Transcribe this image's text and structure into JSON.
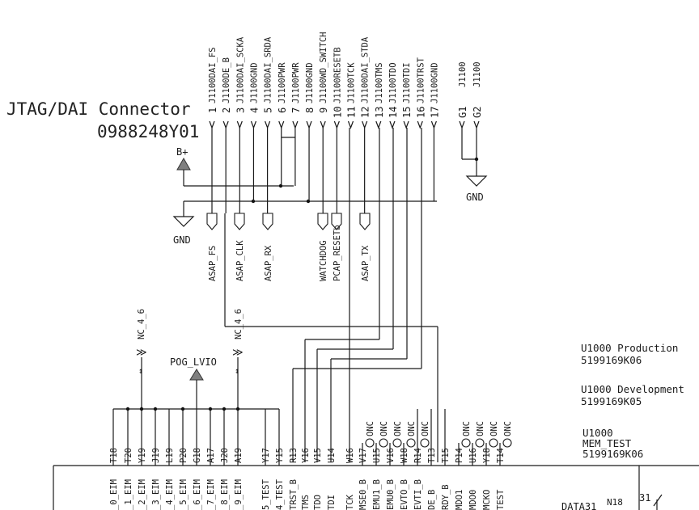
{
  "connector": {
    "title": "JTAG/DAI Connector",
    "part": "0988248Y01",
    "pins": [
      {
        "num": "1",
        "net": "J1100DAI_FS"
      },
      {
        "num": "2",
        "net": "J1100DE_B"
      },
      {
        "num": "3",
        "net": "J1100DAI_SCKA"
      },
      {
        "num": "4",
        "net": "J1100GND"
      },
      {
        "num": "5",
        "net": "J1100DAI_SRDA"
      },
      {
        "num": "6",
        "net": "J1100PWR"
      },
      {
        "num": "7",
        "net": "J1100PWR"
      },
      {
        "num": "8",
        "net": "J1100GND"
      },
      {
        "num": "9",
        "net": "J1100WD_SWITCH"
      },
      {
        "num": "10",
        "net": "J1100RESETB"
      },
      {
        "num": "11",
        "net": "J1100TCK"
      },
      {
        "num": "12",
        "net": "J1100DAI_STDA"
      },
      {
        "num": "13",
        "net": "J1100TMS"
      },
      {
        "num": "14",
        "net": "J1100TDO"
      },
      {
        "num": "15",
        "net": "J1100TDI"
      },
      {
        "num": "16",
        "net": "J1100TRST"
      },
      {
        "num": "17",
        "net": "J1100GND"
      }
    ],
    "gpins": [
      {
        "num": "G1",
        "net": "J1100"
      },
      {
        "num": "G2",
        "net": "J1100"
      }
    ]
  },
  "power": {
    "bplus": "B+",
    "gnd_left": "GND",
    "gnd_right": "GND",
    "pog": "POG_LVIO",
    "nc_left": "NC_4_6",
    "nc_right": "NC_4_6"
  },
  "ports": [
    "ASAP_FS",
    "ASAP_CLK",
    "ASAP_RX",
    "WATCHDOG",
    "PCAP_RESETb",
    "ASAP_TX"
  ],
  "notes": [
    {
      "line1": "U1000 Production",
      "line2": "5199169K06"
    },
    {
      "line1": "U1000 Development",
      "line2": "5199169K05"
    },
    {
      "line1": "U1000",
      "line2": "MEM_TEST",
      "line3": "5199169K06"
    }
  ],
  "ic_pins": [
    {
      "ball": "T18",
      "name": "_0_EIM"
    },
    {
      "ball": "T20",
      "name": "_1_EIM"
    },
    {
      "ball": "Y19",
      "name": "_2_EIM"
    },
    {
      "ball": "J19",
      "name": "_3_EIM"
    },
    {
      "ball": "L19",
      "name": "_4_EIM"
    },
    {
      "ball": "P20",
      "name": "_5_EIM"
    },
    {
      "ball": "G18",
      "name": "_6_EIM"
    },
    {
      "ball": "A17",
      "name": "_7_EIM"
    },
    {
      "ball": "J20",
      "name": "_8_EIM"
    },
    {
      "ball": "A19",
      "name": "_9_EIM"
    },
    {
      "ball": "Y17",
      "name": "5_TEST"
    },
    {
      "ball": "Y15",
      "name": "4_TEST"
    },
    {
      "ball": "R13",
      "name": "TRST_B"
    },
    {
      "ball": "Y16",
      "name": "TMS"
    },
    {
      "ball": "V15",
      "name": "TDO"
    },
    {
      "ball": "U14",
      "name": "TDI"
    },
    {
      "ball": "W16",
      "name": "TCK"
    },
    {
      "ball": "V17",
      "name": "MSE0_B"
    },
    {
      "ball": "U15",
      "name": "EMU1_B"
    },
    {
      "ball": "V16",
      "name": "EMU0_B"
    },
    {
      "ball": "W18",
      "name": "EVTO_B"
    },
    {
      "ball": "R14",
      "name": "EVTI_B"
    },
    {
      "ball": "T13",
      "name": "DE_B"
    },
    {
      "ball": "T15",
      "name": "RDY_B"
    },
    {
      "ball": "P14",
      "name": "MDO1"
    },
    {
      "ball": "U16",
      "name": "MDO0"
    },
    {
      "ball": "Y18",
      "name": "MCKO"
    },
    {
      "ball": "T14",
      "name": "TEST"
    }
  ],
  "nc_label": "ONC",
  "ic_part_label": "DATA31",
  "right_ball": "N18",
  "right_pin": "31"
}
